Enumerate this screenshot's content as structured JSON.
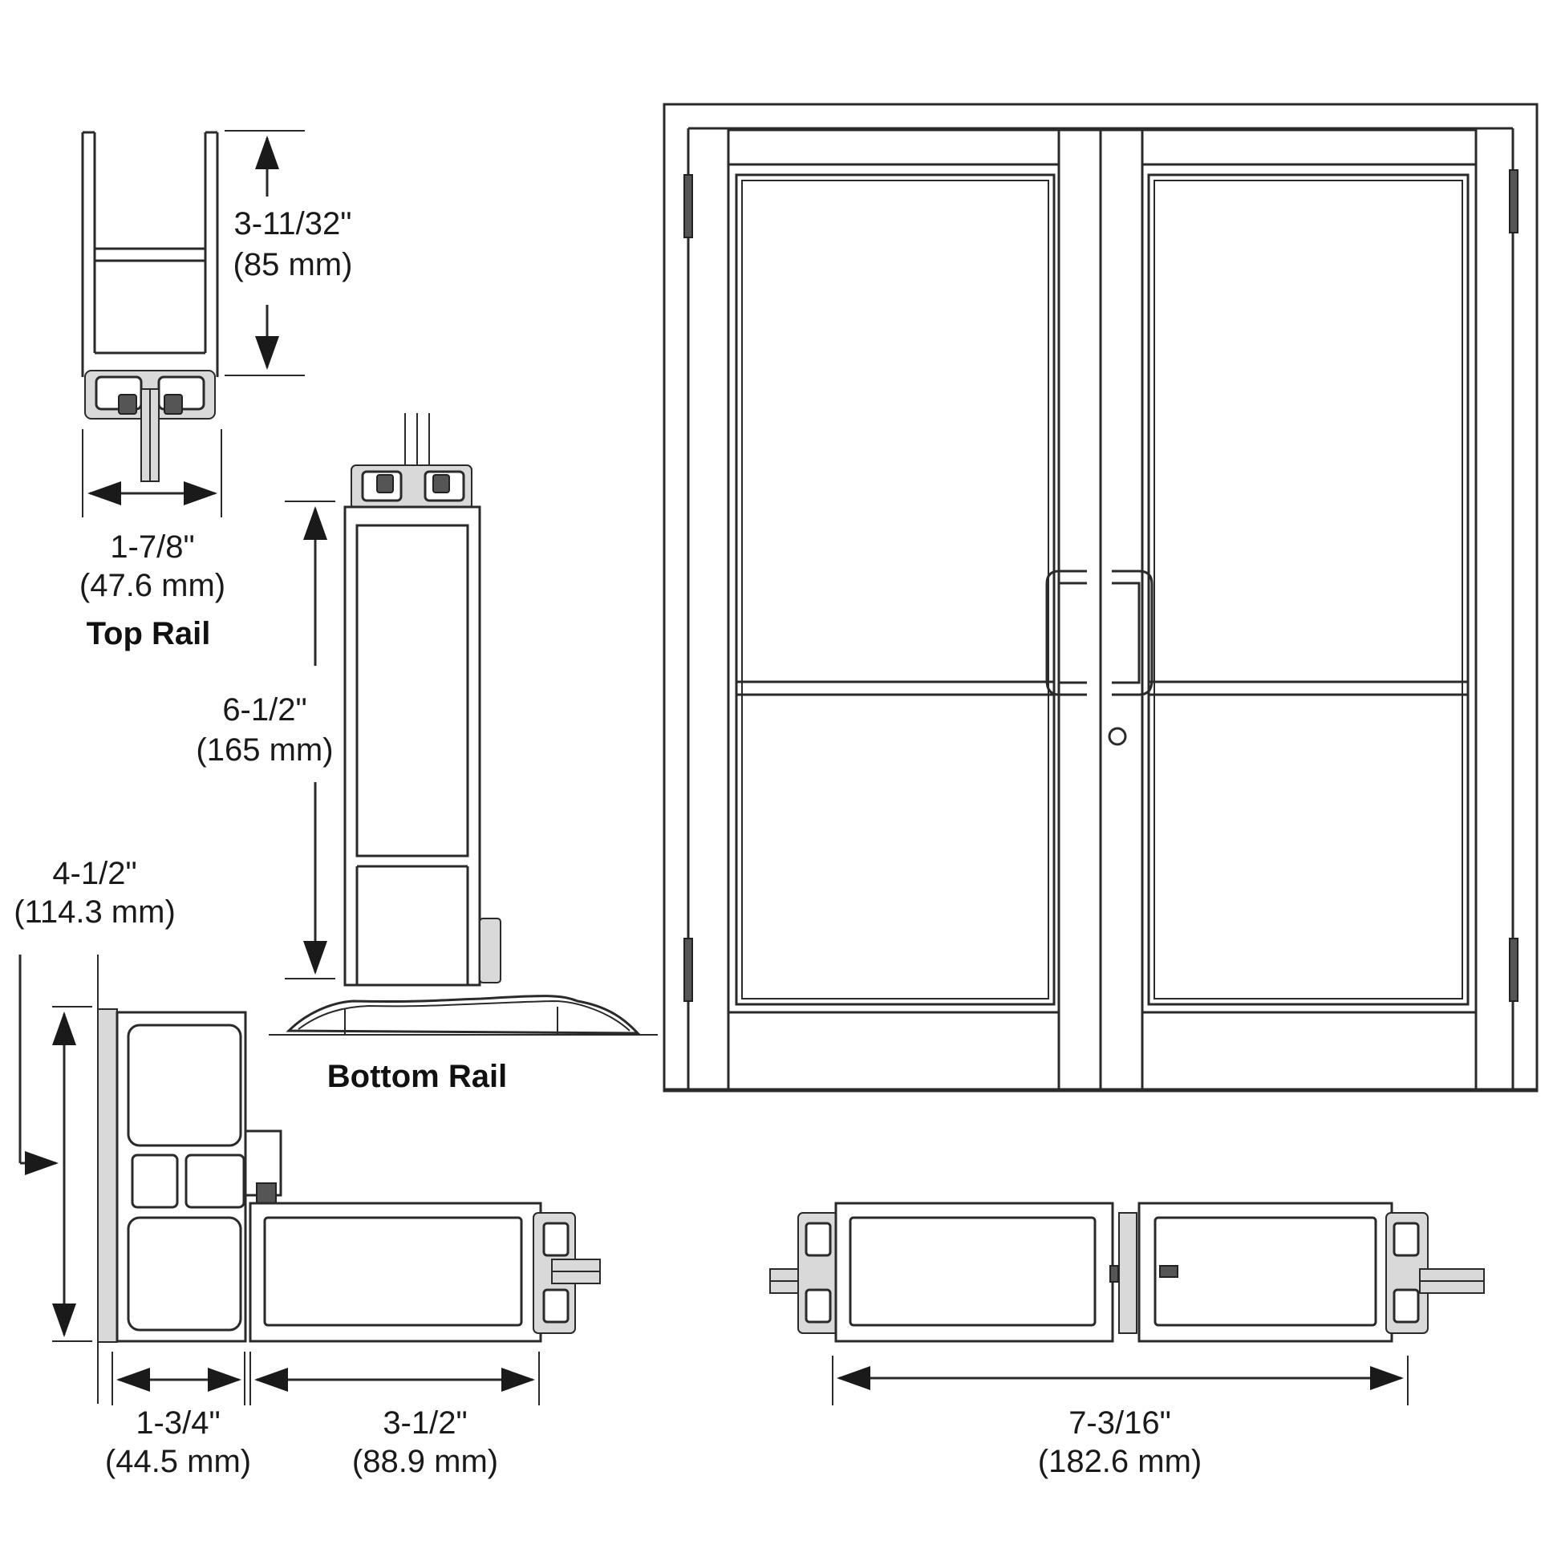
{
  "top_rail": {
    "title": "Top Rail",
    "height_in": "3-11/32\"",
    "height_mm": "(85 mm)",
    "width_in": "1-7/8\"",
    "width_mm": "(47.6 mm)"
  },
  "bottom_rail": {
    "title": "Bottom Rail",
    "height_in": "6-1/2\"",
    "height_mm": "(165 mm)"
  },
  "jamb_section": {
    "overall_in": "4-1/2\"",
    "overall_mm": "(114.3 mm)",
    "frame_in": "1-3/4\"",
    "frame_mm": "(44.5 mm)",
    "stile_in": "3-1/2\"",
    "stile_mm": "(88.9 mm)"
  },
  "meeting_stile": {
    "width_in": "7-3/16\"",
    "width_mm": "(182.6 mm)"
  },
  "colors": {
    "line": "#2a2a2a",
    "background": "#ffffff"
  }
}
